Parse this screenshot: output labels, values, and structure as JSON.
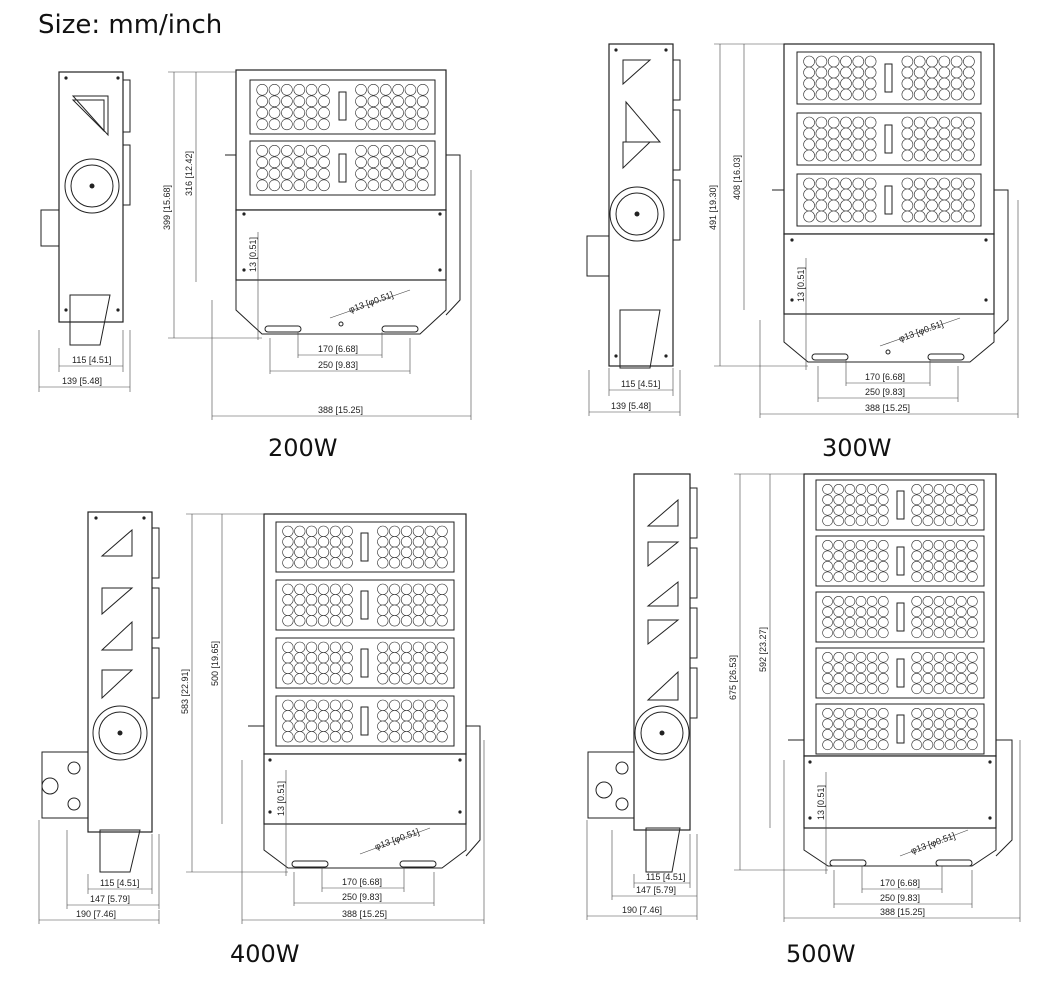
{
  "header": {
    "size_label": "Size: mm/inch"
  },
  "views": [
    {
      "caption": "200W",
      "dims": {
        "d115": "115 [4.51]",
        "d139": "139 [5.48]",
        "d399": "399 [15.68]",
        "d316": "316 [12.42]",
        "d13": "13 [0.51]",
        "hole": "φ13 [φ0.51]",
        "d170": "170 [6.68]",
        "d250": "250 [9.83]",
        "d388": "388 [15.25]"
      }
    },
    {
      "caption": "300W",
      "dims": {
        "d115": "115 [4.51]",
        "d139": "139 [5.48]",
        "d491": "491 [19.30]",
        "d408": "408 [16.03]",
        "d13": "13 [0.51]",
        "hole": "φ13 [φ0.51]",
        "d170": "170 [6.68]",
        "d250": "250 [9.83]",
        "d388": "388 [15.25]"
      }
    },
    {
      "caption": "400W",
      "dims": {
        "d115": "115 [4.51]",
        "d147": "147 [5.79]",
        "d190": "190 [7.46]",
        "d583": "583 [22.91]",
        "d500": "500 [19.65]",
        "d13": "13 [0.51]",
        "hole": "φ13 [φ0.51]",
        "d170": "170 [6.68]",
        "d250": "250 [9.83]",
        "d388": "388 [15.25]"
      }
    },
    {
      "caption": "500W",
      "dims": {
        "d115": "115 [4.51]",
        "d147": "147 [5.79]",
        "d190": "190 [7.46]",
        "d675": "675 [26.53]",
        "d592": "592 [23.27]",
        "d13": "13 [0.51]",
        "hole": "φ13 [φ0.51]",
        "d170": "170 [6.68]",
        "d250": "250 [9.83]",
        "d388": "388 [15.25]"
      }
    }
  ]
}
